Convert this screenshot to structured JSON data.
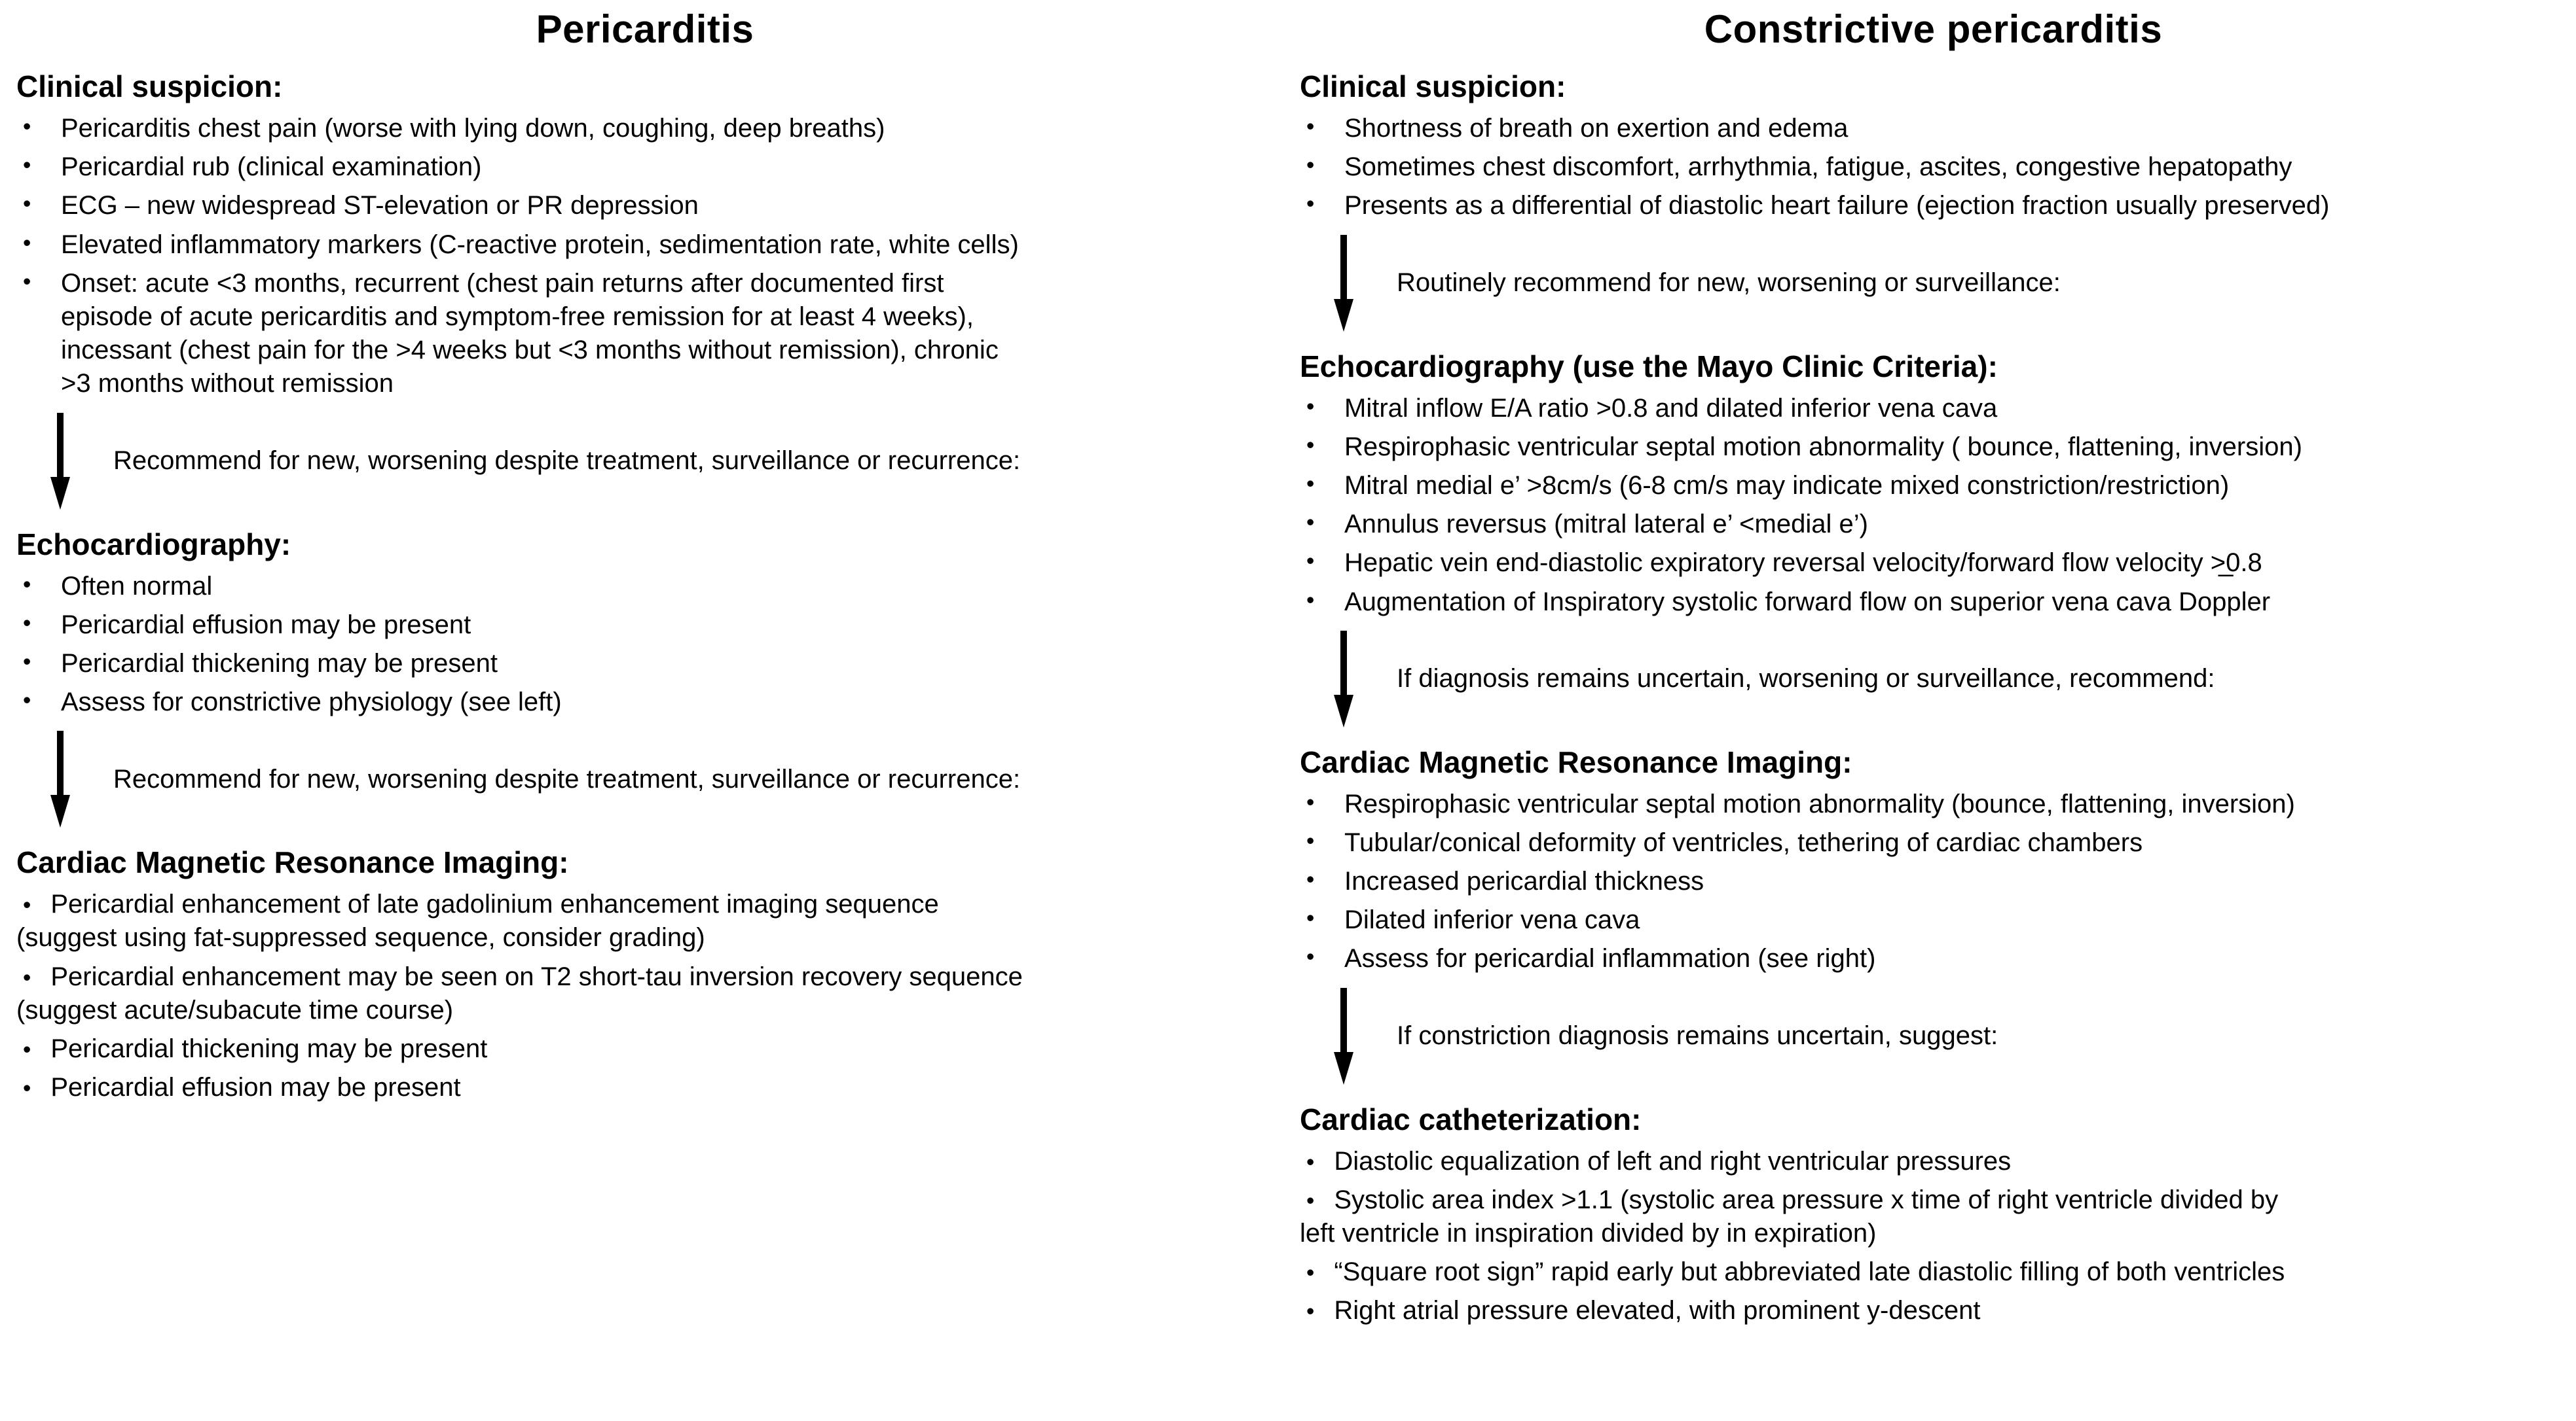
{
  "ui": {
    "bullet_char": "•"
  },
  "colors": {
    "background": "#ffffff",
    "text": "#000000",
    "arrow": "#000000"
  },
  "columns": [
    {
      "id": "pericarditis",
      "title": "Pericarditis",
      "blocks": [
        {
          "type": "section",
          "heading": "Clinical suspicion:",
          "wrap_style": "hang",
          "bullets": [
            "Pericarditis chest pain (worse with lying down, coughing, deep breaths)",
            "Pericardial rub (clinical examination)",
            "ECG – new widespread ST-elevation or PR depression",
            "Elevated inflammatory markers (C-reactive protein, sedimentation rate, white cells)",
            "Onset: acute <3 months, recurrent (chest pain returns after documented first\nepisode of acute pericarditis and symptom-free remission for at least 4 weeks),\nincessant (chest pain for the >4 weeks but <3 months without remission), chronic\n>3 months without remission"
          ]
        },
        {
          "type": "arrow",
          "label": "Recommend for new, worsening despite treatment, surveillance or recurrence:"
        },
        {
          "type": "section",
          "heading": "Echocardiography:",
          "wrap_style": "hang",
          "bullets": [
            "Often normal",
            "Pericardial effusion may be present",
            "Pericardial thickening may be present",
            "Assess for constrictive physiology (see left)"
          ]
        },
        {
          "type": "arrow",
          "label": "Recommend for new, worsening despite treatment, surveillance or recurrence:"
        },
        {
          "type": "section",
          "heading": "Cardiac Magnetic Resonance Imaging:",
          "wrap_style": "flush",
          "bullets": [
            "Pericardial enhancement of late gadolinium enhancement imaging sequence\n(suggest using fat-suppressed sequence, consider grading)",
            "Pericardial enhancement may be seen on T2 short-tau inversion recovery sequence\n(suggest acute/subacute time course)",
            "Pericardial thickening may be present",
            "Pericardial effusion may be present"
          ]
        }
      ]
    },
    {
      "id": "constrictive-pericarditis",
      "title": "Constrictive pericarditis",
      "blocks": [
        {
          "type": "section",
          "heading": "Clinical suspicion:",
          "wrap_style": "hang",
          "bullets": [
            "Shortness of breath on exertion and edema",
            "Sometimes chest discomfort, arrhythmia, fatigue, ascites, congestive hepatopathy",
            "Presents as a differential of diastolic heart failure (ejection fraction usually preserved)"
          ]
        },
        {
          "type": "arrow",
          "label": "Routinely recommend for new, worsening or surveillance:"
        },
        {
          "type": "section",
          "heading": "Echocardiography (use the Mayo Clinic Criteria):",
          "wrap_style": "hang",
          "bullets": [
            "Mitral inflow E/A ratio >0.8 and dilated inferior vena cava",
            "Respirophasic ventricular septal motion abnormality ( bounce, flattening, inversion)",
            "Mitral medial e’ >8cm/s (6-8 cm/s may indicate mixed constriction/restriction)",
            "Annulus reversus (mitral lateral e’ <medial e’)",
            "Hepatic vein end-diastolic expiratory reversal velocity/forward flow velocity >̲0.8",
            "Augmentation of Inspiratory systolic forward flow on superior vena cava Doppler"
          ]
        },
        {
          "type": "arrow",
          "label": "If diagnosis remains uncertain, worsening or surveillance, recommend:"
        },
        {
          "type": "section",
          "heading": "Cardiac Magnetic Resonance Imaging:",
          "wrap_style": "hang",
          "bullets": [
            "Respirophasic ventricular septal motion abnormality (bounce, flattening, inversion)",
            "Tubular/conical deformity of ventricles, tethering of cardiac chambers",
            "Increased pericardial thickness",
            "Dilated inferior vena cava",
            "Assess for pericardial inflammation (see right)"
          ]
        },
        {
          "type": "arrow",
          "label": "If constriction diagnosis remains uncertain, suggest:"
        },
        {
          "type": "section",
          "heading": "Cardiac catheterization:",
          "wrap_style": "flush",
          "bullets": [
            "Diastolic equalization of left and right ventricular pressures",
            "Systolic area index >1.1 (systolic area pressure x time of right ventricle divided by\nleft ventricle in inspiration divided by in expiration)",
            "“Square root sign” rapid early but abbreviated late diastolic filling of both ventricles",
            "Right atrial pressure elevated, with prominent y-descent"
          ]
        }
      ]
    }
  ]
}
